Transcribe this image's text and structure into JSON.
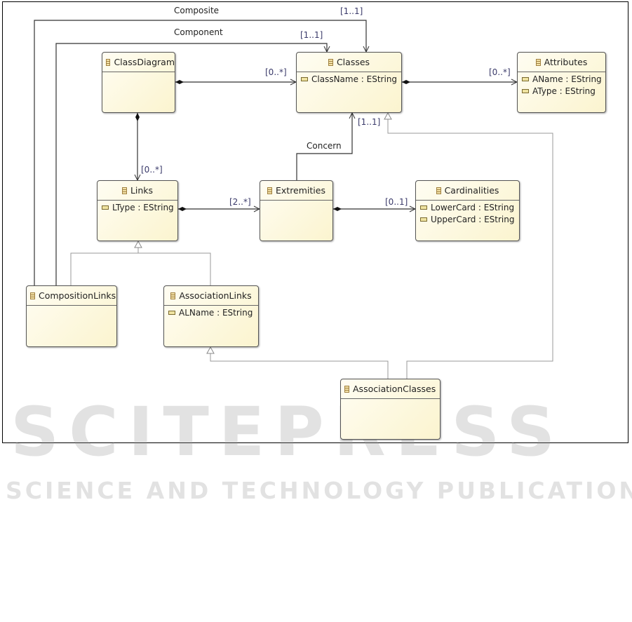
{
  "classes": [
    {
      "id": "classdiagram",
      "name": "ClassDiagram",
      "attributes": []
    },
    {
      "id": "classes",
      "name": "Classes",
      "attributes": [
        "ClassName : EString"
      ]
    },
    {
      "id": "attributes",
      "name": "Attributes",
      "attributes": [
        "AName : EString",
        "AType : EString"
      ]
    },
    {
      "id": "links",
      "name": "Links",
      "attributes": [
        "LType : EString"
      ]
    },
    {
      "id": "extremities",
      "name": "Extremities",
      "attributes": []
    },
    {
      "id": "cardinalities",
      "name": "Cardinalities",
      "attributes": [
        "LowerCard : EString",
        "UpperCard : EString"
      ]
    },
    {
      "id": "compositionlinks",
      "name": "CompositionLinks",
      "attributes": []
    },
    {
      "id": "associationlinks",
      "name": "AssociationLinks",
      "attributes": [
        "ALName : EString"
      ]
    },
    {
      "id": "associationclasses",
      "name": "AssociationClasses",
      "attributes": []
    }
  ],
  "edge_labels": {
    "composite": "Composite",
    "composite_mult": "[1..1]",
    "component": "Component",
    "component_mult": "[1..1]",
    "cd_classes_mult": "[0..*]",
    "classes_attributes_mult": "[0..*]",
    "cd_links_mult": "[0..*]",
    "links_extremities_mult": "[2..*]",
    "extremities_cardinalities_mult": "[0..1]",
    "concern": "Concern",
    "concern_mult": "[1..1]"
  },
  "watermark": {
    "main": "SCITEPRESS",
    "sub": "SCIENCE AND TECHNOLOGY PUBLICATIONS"
  }
}
